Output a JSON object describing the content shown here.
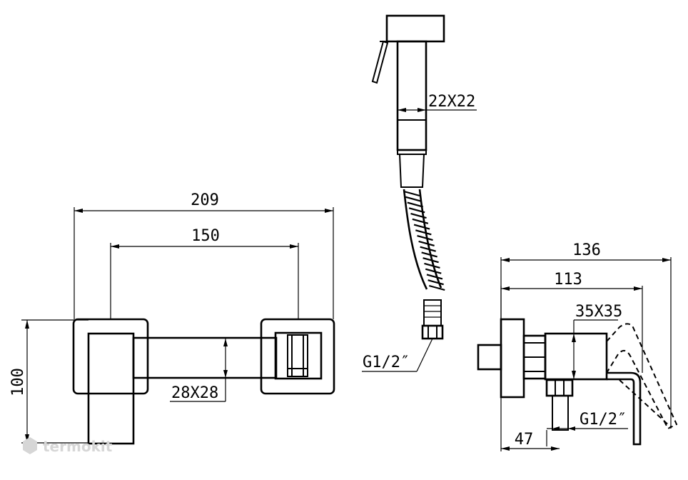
{
  "dimensions": {
    "front_overall_width": "209",
    "front_center_distance": "150",
    "front_bar_section": "28X28",
    "front_height": "100",
    "handle_section": "22X22",
    "hose_thread": "G1/2″",
    "side_overall_depth": "136",
    "side_body_depth": "113",
    "side_body_section": "35X35",
    "side_outlet_thread": "G1/2″",
    "side_inlet_offset": "47"
  },
  "watermark": {
    "text": "termokit"
  }
}
